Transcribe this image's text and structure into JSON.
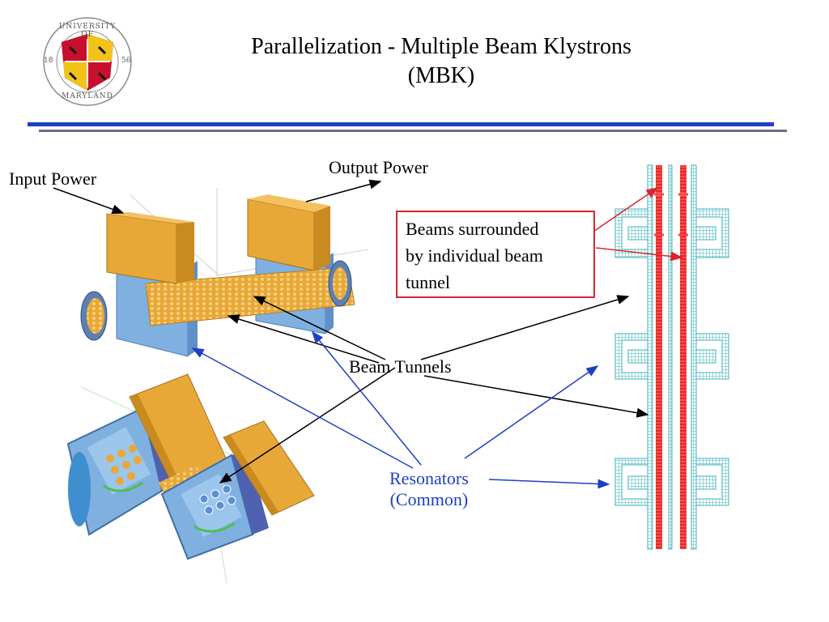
{
  "slide": {
    "title_line1": "Parallelization - Multiple Beam Klystrons",
    "title_line2": "(MBK)",
    "logo": {
      "top_text": "UNIVERSITY OF",
      "bottom_text": "MARYLAND",
      "year_left": "18",
      "year_right": "56"
    },
    "labels": {
      "input_power": "Input Power",
      "output_power": "Output Power",
      "beam_tunnels": "Beam Tunnels",
      "resonators_line1": "Resonators",
      "resonators_line2": "(Common)"
    },
    "callout": {
      "line1": "Beams surrounded",
      "line2": "by individual beam",
      "line3": "tunnel"
    }
  },
  "colors": {
    "title_rule_blue": "#1f3fc4",
    "title_rule_gray": "#6b6f8a",
    "callout_border": "#d9262e",
    "resonator_label": "#1f3fc4",
    "beam_red": "#e8282a",
    "resonator_teal": "#3fb3b8",
    "waveguide_orange": "#e8a838",
    "cavity_blue": "#7fb0e0"
  }
}
